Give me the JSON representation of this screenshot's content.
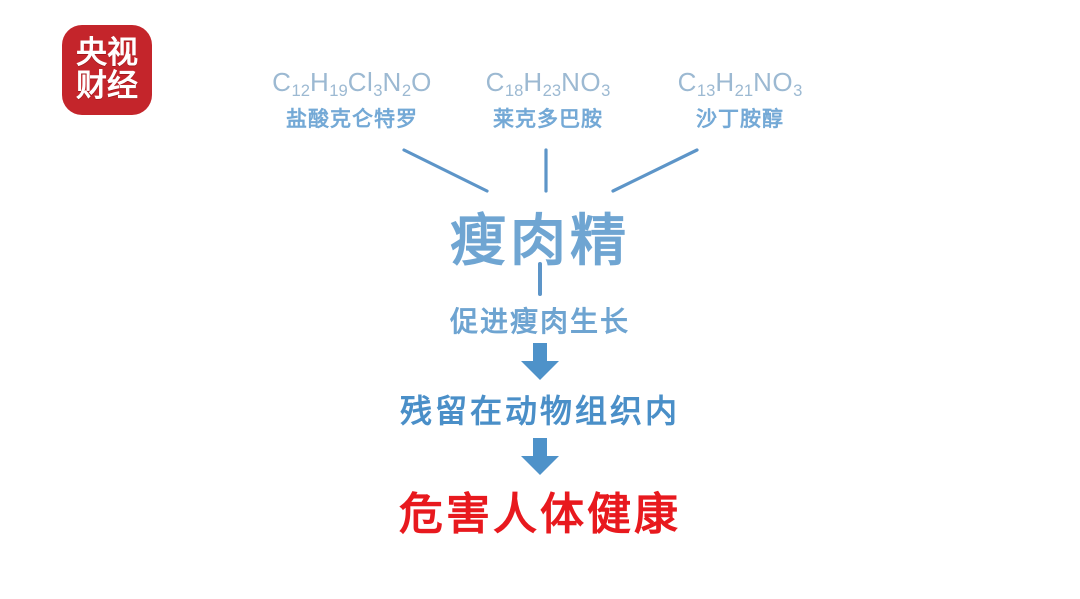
{
  "logo": {
    "name": "cctv-finance-logo",
    "line1": "央视",
    "line2": "财经",
    "background_color": "#c4252b",
    "text_color": "#ffffff"
  },
  "colors": {
    "formula": "#9cb9d2",
    "drug_name": "#74a9d6",
    "main_title": "#6fa5d2",
    "stage_grow": "#6ea4d1",
    "stage_residue": "#4a8fc8",
    "stage_harm": "#e8191e",
    "connector_line": "#5d95c8",
    "arrow": "#4e92c9",
    "background": "#ffffff"
  },
  "diagram": {
    "compounds": [
      {
        "formula_parts": [
          {
            "text": "C",
            "sub": false
          },
          {
            "text": "12",
            "sub": true
          },
          {
            "text": "H",
            "sub": false
          },
          {
            "text": "19",
            "sub": true
          },
          {
            "text": "Cl",
            "sub": false
          },
          {
            "text": "3",
            "sub": true
          },
          {
            "text": "N",
            "sub": false
          },
          {
            "text": "2",
            "sub": true
          },
          {
            "text": "O",
            "sub": false
          }
        ],
        "formula_plain": "C12H19Cl3N2O",
        "name": "盐酸克仑特罗"
      },
      {
        "formula_parts": [
          {
            "text": "C",
            "sub": false
          },
          {
            "text": "18",
            "sub": true
          },
          {
            "text": "H",
            "sub": false
          },
          {
            "text": "23",
            "sub": true
          },
          {
            "text": "NO",
            "sub": false
          },
          {
            "text": "3",
            "sub": true
          }
        ],
        "formula_plain": "C18H23NO3",
        "name": "莱克多巴胺"
      },
      {
        "formula_parts": [
          {
            "text": "C",
            "sub": false
          },
          {
            "text": "13",
            "sub": true
          },
          {
            "text": "H",
            "sub": false
          },
          {
            "text": "21",
            "sub": true
          },
          {
            "text": "NO",
            "sub": false
          },
          {
            "text": "3",
            "sub": true
          }
        ],
        "formula_plain": "C13H21NO3",
        "name": "沙丁胺醇"
      }
    ],
    "main_title": "瘦肉精",
    "stages": [
      {
        "label": "促进瘦肉生长"
      },
      {
        "label": "残留在动物组织内"
      },
      {
        "label": "危害人体健康"
      }
    ]
  }
}
